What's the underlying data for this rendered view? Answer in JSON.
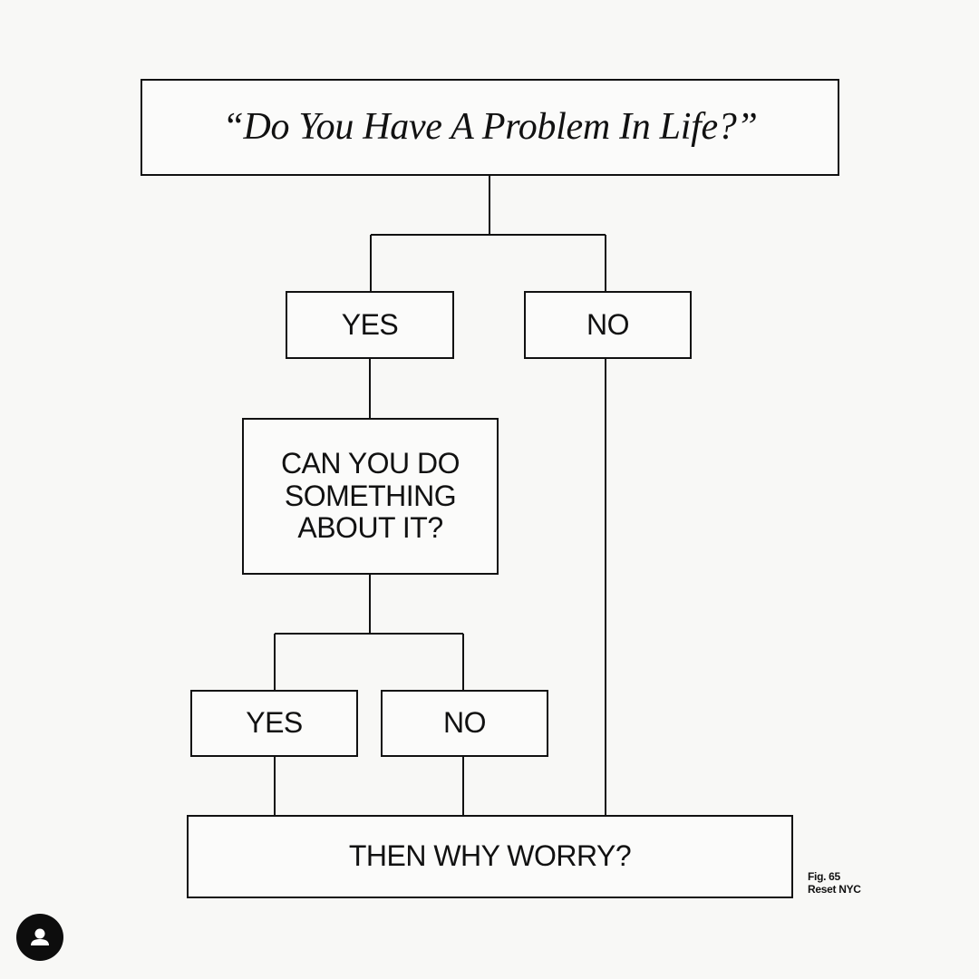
{
  "diagram": {
    "question": "“Do You Have A Problem In Life?”",
    "answer_yes": "YES",
    "answer_no": "NO",
    "followup_question": "CAN YOU DO SOMETHING ABOUT IT?",
    "followup_yes": "YES",
    "followup_no": "NO",
    "conclusion": "THEN WHY WORRY?"
  },
  "caption": {
    "figure": "Fig. 65",
    "source": "Reset NYC"
  },
  "icons": {
    "avatar": "user-avatar-icon"
  }
}
